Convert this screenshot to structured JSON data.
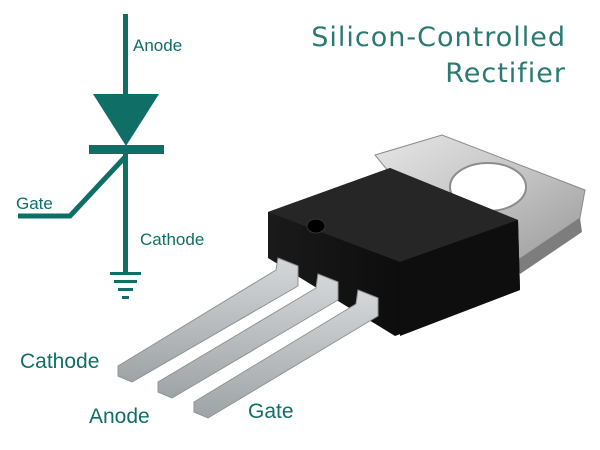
{
  "title": {
    "line1": "Silicon-Controlled",
    "line2": "Rectifier"
  },
  "symbol_labels": {
    "anode": "Anode",
    "gate": "Gate",
    "cathode": "Cathode"
  },
  "package_labels": {
    "cathode": "Cathode",
    "anode": "Anode",
    "gate": "Gate"
  },
  "colors": {
    "accent": "#0f6f67",
    "title": "#2a7a72",
    "body": "#111111",
    "tab": "#c9c9c9",
    "lead": "#b9bdbf"
  },
  "icons": [
    "scr-symbol-icon",
    "ground-icon",
    "to220-package-icon"
  ]
}
